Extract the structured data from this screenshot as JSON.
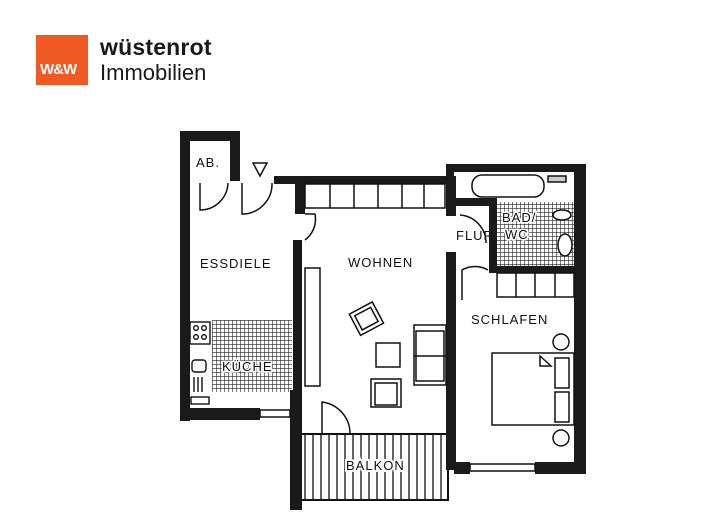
{
  "logo": {
    "mark": "W&W",
    "brand": "wüstenrot",
    "subtitle": "Immobilien",
    "color": "#f05a22"
  },
  "floorplan": {
    "rooms": {
      "ab": "AB.",
      "essdiele": "ESSDIELE",
      "kueche": "KÜCHE",
      "wohnen": "WOHNEN",
      "flur": "FLUR",
      "bad": "BAD/",
      "wc": "WC",
      "schlafen": "SCHLAFEN",
      "balkon": "BALKON"
    },
    "entrance_symbol": "▽"
  }
}
